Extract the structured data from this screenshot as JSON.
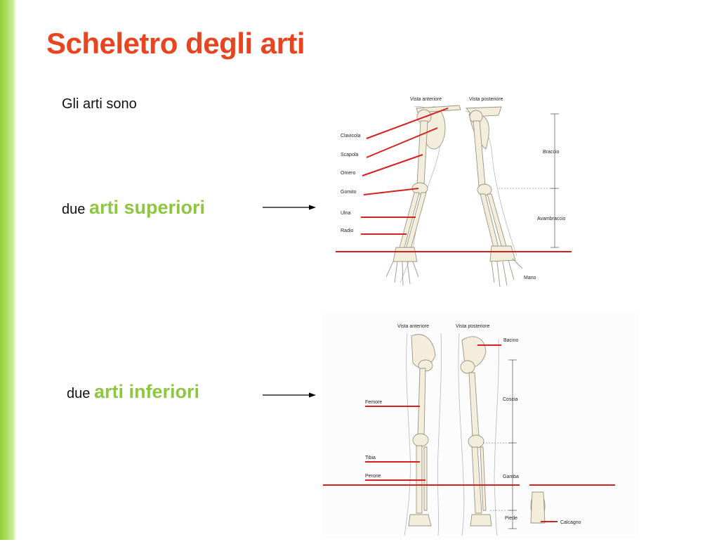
{
  "slide": {
    "title": "Scheletro degli arti",
    "intro": "Gli arti sono",
    "upper": {
      "prefix": "due",
      "highlight": "arti superiori"
    },
    "lower": {
      "prefix": "due",
      "highlight": "arti inferiori"
    }
  },
  "upper_figure": {
    "view_front": "Vista anteriore",
    "view_back": "Vista posteriore",
    "labels": [
      "Clavicola",
      "Scapola",
      "Omero",
      "Gomito",
      "Ulna",
      "Radio"
    ],
    "right_labels": [
      "Braccio",
      "Avambraccio",
      "Mano"
    ]
  },
  "lower_figure": {
    "view_front": "Vista anteriore",
    "view_back": "Vista posteriore",
    "labels": [
      "Femore",
      "Tibia",
      "Perone"
    ],
    "right_labels": [
      "Bacino",
      "Coscia",
      "Gamba",
      "Piede",
      "Calcagno"
    ]
  },
  "colors": {
    "title": "#e8441f",
    "accent": "#8dc63f",
    "side_bar": "#a9dc5e",
    "leader_lines": "#d62121"
  }
}
